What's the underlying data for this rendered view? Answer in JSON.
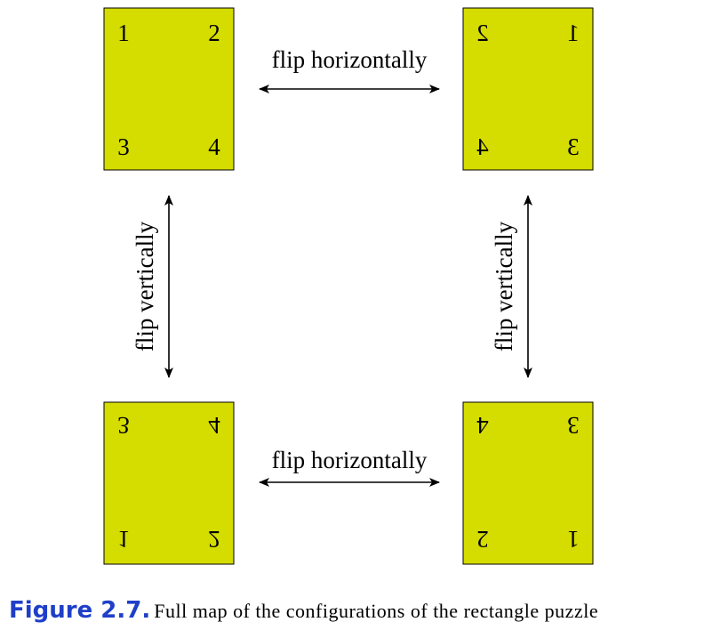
{
  "colors": {
    "card_fill": "#d4dc00",
    "caption_label": "#1f3fc9"
  },
  "cards": [
    {
      "id": "card-top-left",
      "numbers": {
        "top_left": "1",
        "top_right": "2",
        "bottom_left": "3",
        "bottom_right": "4"
      },
      "orientation": "normal"
    },
    {
      "id": "card-top-right",
      "numbers": {
        "top_left": "2",
        "top_right": "1",
        "bottom_left": "4",
        "bottom_right": "3"
      },
      "orientation": "mirrored-horizontal"
    },
    {
      "id": "card-bottom-left",
      "numbers": {
        "top_left": "3",
        "top_right": "4",
        "bottom_left": "1",
        "bottom_right": "2"
      },
      "orientation": "mirrored-vertical"
    },
    {
      "id": "card-bottom-right",
      "numbers": {
        "top_left": "4",
        "top_right": "3",
        "bottom_left": "2",
        "bottom_right": "1"
      },
      "orientation": "rotated-180"
    }
  ],
  "arrows": {
    "top": "flip horizontally",
    "bottom": "flip horizontally",
    "left": "flip vertically",
    "right": "flip vertically"
  },
  "caption": {
    "label": "Figure 2.7.",
    "text": "Full map of the configurations of the rectangle puzzle"
  }
}
